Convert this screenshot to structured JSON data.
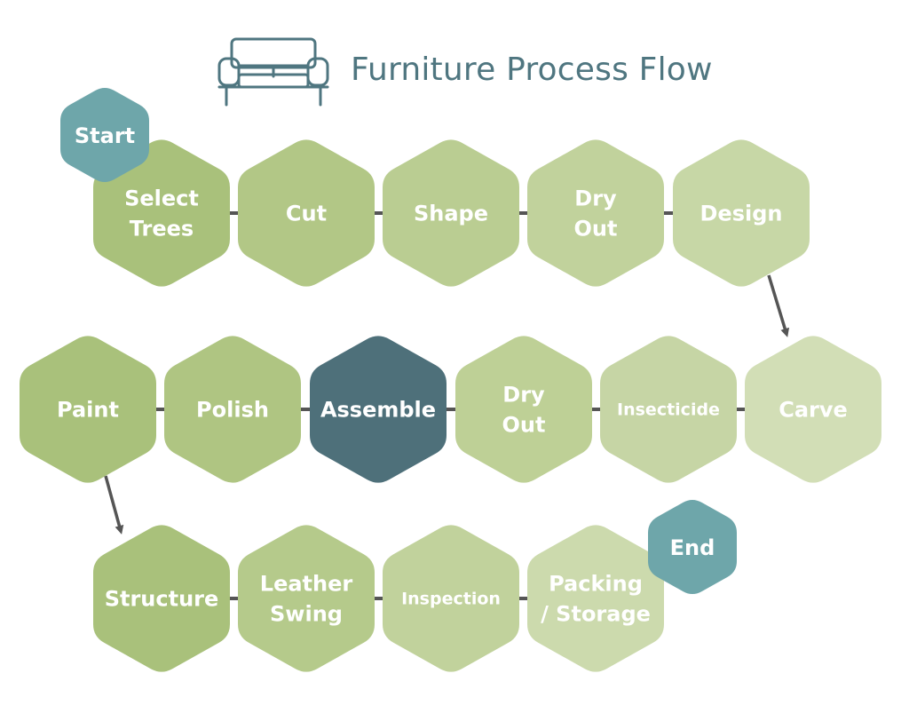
{
  "title": "Furniture Process Flow",
  "icons": {
    "sofa": "sofa-icon"
  },
  "colors": {
    "title": "#4f7680",
    "connector": "#555555",
    "terminal": "#6ea6aa",
    "highlight": "#4e707a"
  },
  "start": {
    "label": "Start"
  },
  "end": {
    "label": "End"
  },
  "steps": [
    {
      "label": [
        "Select",
        "Trees"
      ],
      "color": "#a9c17b"
    },
    {
      "label": [
        "Cut"
      ],
      "color": "#b2c786"
    },
    {
      "label": [
        "Shape"
      ],
      "color": "#bacd92"
    },
    {
      "label": [
        "Dry",
        "Out"
      ],
      "color": "#c1d29c"
    },
    {
      "label": [
        "Design"
      ],
      "color": "#c7d7a6"
    },
    {
      "label": [
        "Carve"
      ],
      "color": "#d2deb6"
    },
    {
      "label": [
        "Insecticide"
      ],
      "color": "#c6d5a5"
    },
    {
      "label": [
        "Dry",
        "Out"
      ],
      "color": "#bed096"
    },
    {
      "label": [
        "Assemble"
      ],
      "color": "#4e707a"
    },
    {
      "label": [
        "Polish"
      ],
      "color": "#afc582"
    },
    {
      "label": [
        "Paint"
      ],
      "color": "#a9c17b"
    },
    {
      "label": [
        "Structure"
      ],
      "color": "#a9c17b"
    },
    {
      "label": [
        "Leather",
        "Swing"
      ],
      "color": "#b5ca8b"
    },
    {
      "label": [
        "Inspection"
      ],
      "color": "#c1d29c"
    },
    {
      "label": [
        "Packing",
        "/ Storage"
      ],
      "color": "#ccdaad"
    }
  ]
}
